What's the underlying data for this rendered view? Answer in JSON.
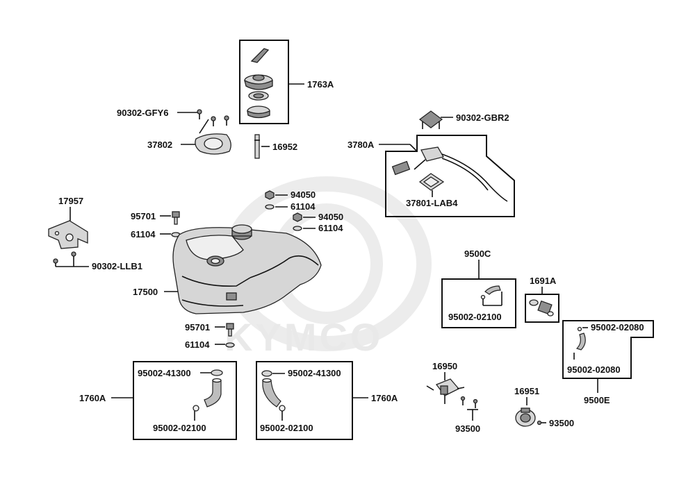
{
  "watermark": "KYMCO",
  "parts": {
    "p1763A": "1763A",
    "p90302_GFY6": "90302-GFY6",
    "p37802": "37802",
    "p16952": "16952",
    "p90302_GBR2": "90302-GBR2",
    "p3780A": "3780A",
    "p37801_LAB4": "37801-LAB4",
    "p17957": "17957",
    "p95701_top": "95701",
    "p61104_left": "61104",
    "p90302_LLB1": "90302-LLB1",
    "p94050_a": "94050",
    "p61104_a": "61104",
    "p94050_b": "94050",
    "p61104_b": "61104",
    "p17500": "17500",
    "p95701_bot": "95701",
    "p61104_bot": "61104",
    "p9500C": "9500C",
    "p95002_02100_c": "95002-02100",
    "p1691A": "1691A",
    "p95002_02080_top": "95002-02080",
    "p95002_02080_bot": "95002-02080",
    "p9500E": "9500E",
    "p95002_41300_l": "95002-41300",
    "p95002_02100_l": "95002-02100",
    "p1760A_l": "1760A",
    "p95002_41300_r": "95002-41300",
    "p95002_02100_r": "95002-02100",
    "p1760A_r": "1760A",
    "p16950": "16950",
    "p93500_a": "93500",
    "p16951": "16951",
    "p93500_b": "93500"
  }
}
